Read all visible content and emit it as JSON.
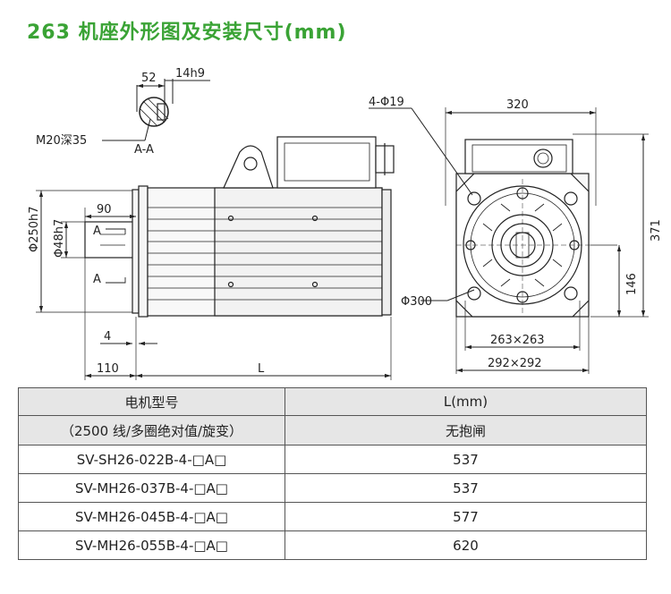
{
  "title": "263 机座外形图及安装尺寸(mm)",
  "drawing": {
    "section_label": "A-A",
    "key_width": "14h9",
    "key_depth": "52",
    "thread": "M20深35",
    "shaft_length": "90",
    "flange_thickness": "4",
    "shaft_offset": "110",
    "total_length": "L",
    "flange_diameter": "Φ250h7",
    "shaft_diameter": "Φ48h7",
    "section_mark_top": "A",
    "section_mark_bottom": "A",
    "bolt_holes": "4-Φ19",
    "width_top": "320",
    "height_total": "371",
    "center_height": "146",
    "pitch_circle": "Φ300",
    "bolt_square": "263×263",
    "flange_square": "292×292"
  },
  "table": {
    "col1_header_line1": "电机型号",
    "col1_header_line2": "（2500 线/多圈绝对值/旋变）",
    "col2_header_line1": "L(mm)",
    "col2_header_line2": "无抱闸",
    "rows": [
      {
        "model": "SV-SH26-022B-4-□A□",
        "length": "537"
      },
      {
        "model": "SV-MH26-037B-4-□A□",
        "length": "537"
      },
      {
        "model": "SV-MH26-045B-4-□A□",
        "length": "577"
      },
      {
        "model": "SV-MH26-055B-4-□A□",
        "length": "620"
      }
    ]
  }
}
